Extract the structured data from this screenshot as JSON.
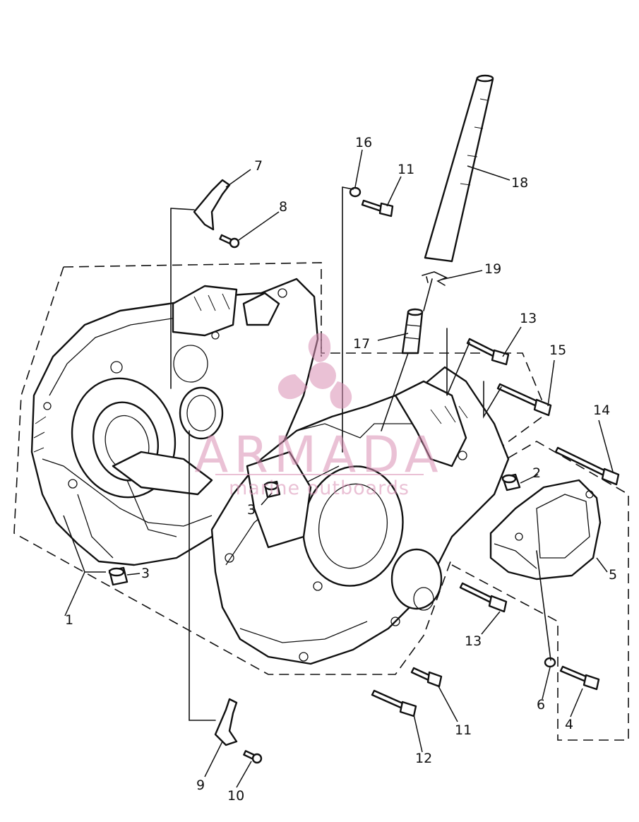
{
  "diagram": {
    "callouts": [
      {
        "id": "c1",
        "label": "1"
      },
      {
        "id": "c2",
        "label": "2"
      },
      {
        "id": "c3a",
        "label": "3"
      },
      {
        "id": "c3b",
        "label": "3"
      },
      {
        "id": "c4",
        "label": "4"
      },
      {
        "id": "c5",
        "label": "5"
      },
      {
        "id": "c6",
        "label": "6"
      },
      {
        "id": "c7",
        "label": "7"
      },
      {
        "id": "c8",
        "label": "8"
      },
      {
        "id": "c9",
        "label": "9"
      },
      {
        "id": "c10",
        "label": "10"
      },
      {
        "id": "c11a",
        "label": "11"
      },
      {
        "id": "c11b",
        "label": "11"
      },
      {
        "id": "c12",
        "label": "12"
      },
      {
        "id": "c13a",
        "label": "13"
      },
      {
        "id": "c13b",
        "label": "13"
      },
      {
        "id": "c14",
        "label": "14"
      },
      {
        "id": "c15",
        "label": "15"
      },
      {
        "id": "c16",
        "label": "16"
      },
      {
        "id": "c17",
        "label": "17"
      },
      {
        "id": "c18",
        "label": "18"
      },
      {
        "id": "c19",
        "label": "19"
      }
    ]
  },
  "watermark": {
    "brand": "ARMADA",
    "tagline": "marine outboards",
    "color": "#d98fb4"
  }
}
